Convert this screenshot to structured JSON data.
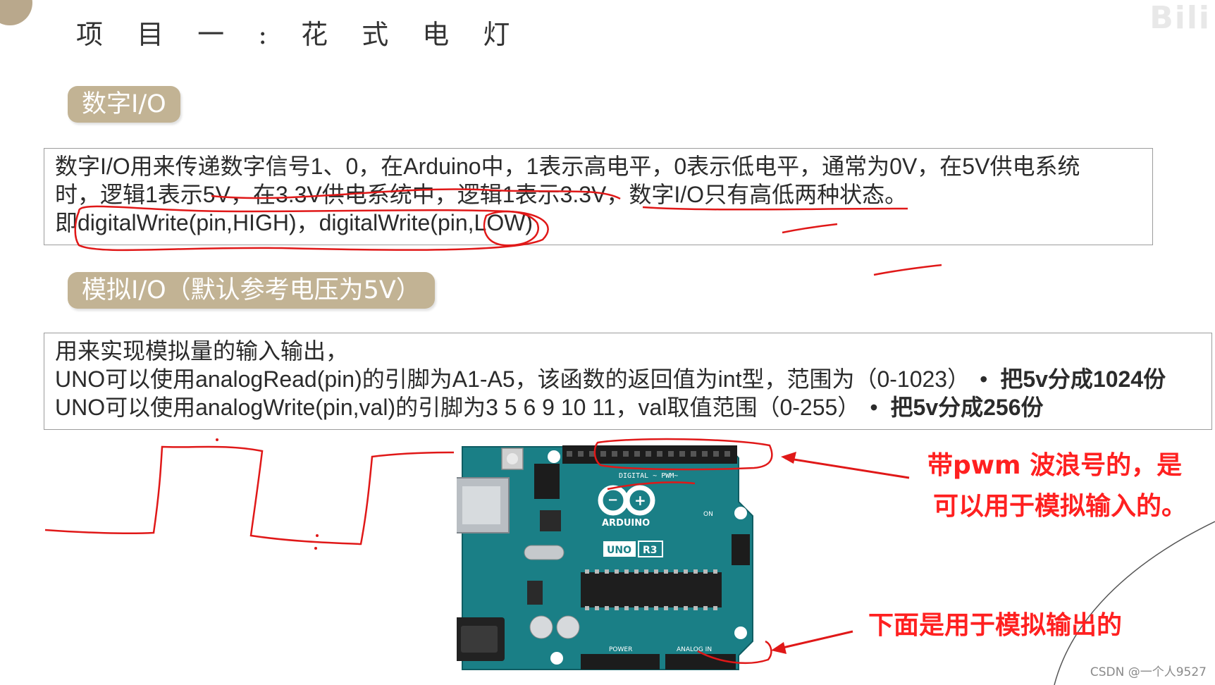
{
  "slide": {
    "title": "项 目 一 : 花 式 电 灯",
    "watermark_logo": "Bili",
    "footer_watermark": "CSDN @一个人9527"
  },
  "section_digital": {
    "label": "数字I/O",
    "lines": [
      "数字I/O用来传递数字信号1、0，在Arduino中，1表示高电平，0表示低电平，通常为0V，在5V供电系统",
      "时，逻辑1表示5V，在3.3V供电系统中，逻辑1表示3.3V，数字I/O只有高低两种状态。",
      "即digitalWrite(pin,HIGH)，digitalWrite(pin,LOW)"
    ]
  },
  "section_analog": {
    "label": "模拟I/O（默认参考电压为5V）",
    "line1": "用来实现模拟量的输入输出，",
    "line2_text": "UNO可以使用analogRead(pin)的引脚为A1-A5，该函数的返回值为int型，范围为（0-1023）",
    "line2_bullet": "•",
    "line2_note": "把5v分成1024份",
    "line3_text": "UNO可以使用analogWrite(pin,val)的引脚为3 5 6 9 10 11，val取值范围（0-255）",
    "line3_bullet": "•",
    "line3_note": "把5v分成256份"
  },
  "board": {
    "digital_label": "DIGITAL ~ PWM~",
    "brand": "ARDUINO",
    "model": "UNO",
    "revision": "R3",
    "power_label": "POWER",
    "analog_label": "ANALOG IN",
    "on_label": "ON"
  },
  "annotations": {
    "pwm_line1": "带pwm 波浪号的，是",
    "pwm_line2": "可以用于模拟输入的。",
    "analog_note": "下面是用于模拟输出的"
  },
  "colors": {
    "pill_bg": "#c2b394",
    "annotation_red": "#ff2020",
    "pcb": "#1a7f86",
    "header_black": "#1c1c1c"
  }
}
